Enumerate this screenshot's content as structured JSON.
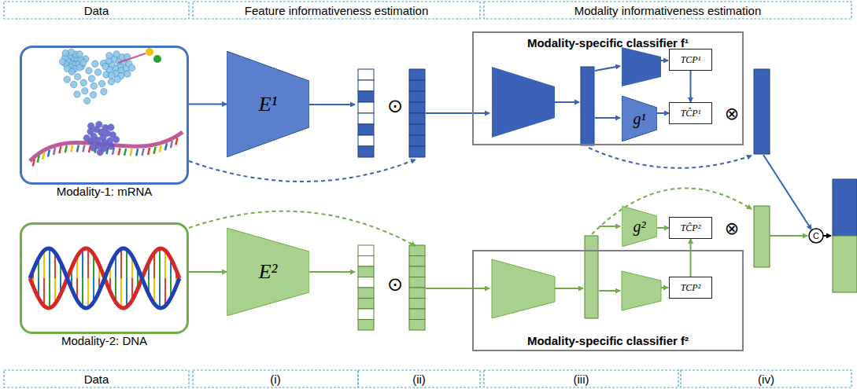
{
  "diagram": {
    "nodes": [
      {
        "text": [
          "Modality-1: mRNA"
        ]
      },
      {
        "text": [
          "E¹"
        ]
      },
      {
        "text": [
          "Modality-specific classifier f¹"
        ]
      },
      {
        "text": [
          "TCP¹"
        ],
        "in": 2
      },
      {
        "text": [
          "g¹"
        ],
        "in": 2
      },
      {
        "text": [
          "TĈP¹"
        ],
        "in": 2
      },
      {
        "text": [
          "Modality-2: DNA"
        ]
      },
      {
        "text": [
          "E²"
        ]
      },
      {
        "text": [
          "Modality-specific classifier f²"
        ]
      },
      {
        "text": [
          "g²"
        ]
      },
      {
        "text": [
          "TĈP²"
        ]
      },
      {
        "text": [
          "TCP²"
        ],
        "in": 8
      }
    ],
    "edges": [
      {
        "from": 0,
        "to": 1,
        "arrow": "to"
      },
      {
        "from": 4,
        "to": 5,
        "arrow": "to"
      },
      {
        "from": 3,
        "to": 5,
        "arrow": "to"
      },
      {
        "from": 6,
        "to": 7,
        "arrow": "to"
      },
      {
        "from": 9,
        "to": 10,
        "arrow": "to"
      },
      {
        "from": 11,
        "to": 10,
        "arrow": "to"
      }
    ],
    "labels": [
      "Data",
      "Feature informativeness estimation",
      "Modality informativeness estimation",
      "⊙",
      "⊗",
      "C",
      "⊙",
      "⊗",
      "Data",
      "(i)",
      "(ii)",
      "(iii)",
      "(iv)"
    ]
  }
}
